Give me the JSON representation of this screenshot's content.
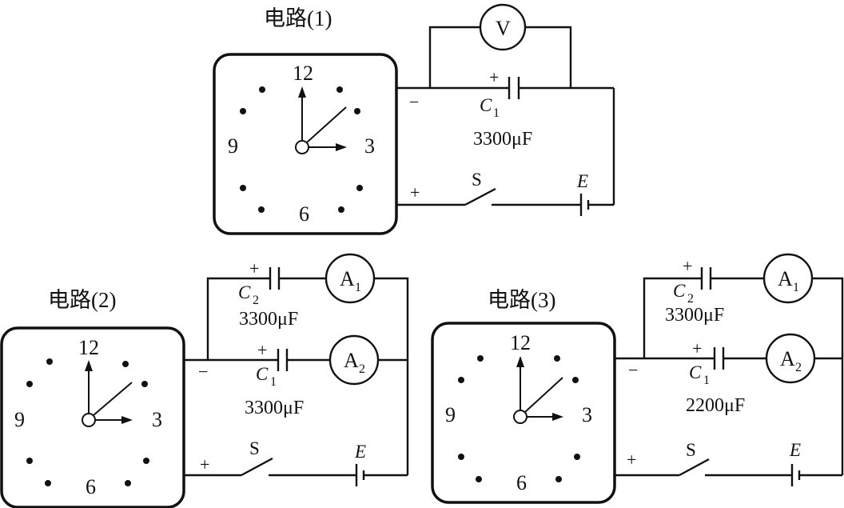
{
  "circuits": [
    {
      "title": "电路(1)",
      "clock_numbers": [
        "12",
        "3",
        "6",
        "9"
      ],
      "meter_top": "V",
      "cap": {
        "label": "C",
        "sub": "1",
        "plus": "+",
        "value": "3300μF"
      },
      "minus": "−",
      "plus": "+",
      "switch": "S",
      "battery": "E"
    },
    {
      "title": "电路(2)",
      "clock_numbers": [
        "12",
        "3",
        "6",
        "9"
      ],
      "cap_top": {
        "label": "C",
        "sub": "2",
        "plus": "+",
        "value": "3300μF"
      },
      "cap_bottom": {
        "label": "C",
        "sub": "1",
        "plus": "+",
        "value": "3300μF"
      },
      "meter_top": {
        "label": "A",
        "sub": "1"
      },
      "meter_bottom": {
        "label": "A",
        "sub": "2"
      },
      "minus": "−",
      "plus": "+",
      "switch": "S",
      "battery": "E"
    },
    {
      "title": "电路(3)",
      "clock_numbers": [
        "12",
        "3",
        "6",
        "9"
      ],
      "cap_top": {
        "label": "C",
        "sub": "2",
        "plus": "+",
        "value": "3300μF"
      },
      "cap_bottom": {
        "label": "C",
        "sub": "1",
        "plus": "+",
        "value": "2200μF"
      },
      "meter_top": {
        "label": "A",
        "sub": "1"
      },
      "meter_bottom": {
        "label": "A",
        "sub": "2"
      },
      "minus": "−",
      "plus": "+",
      "switch": "S",
      "battery": "E"
    }
  ]
}
